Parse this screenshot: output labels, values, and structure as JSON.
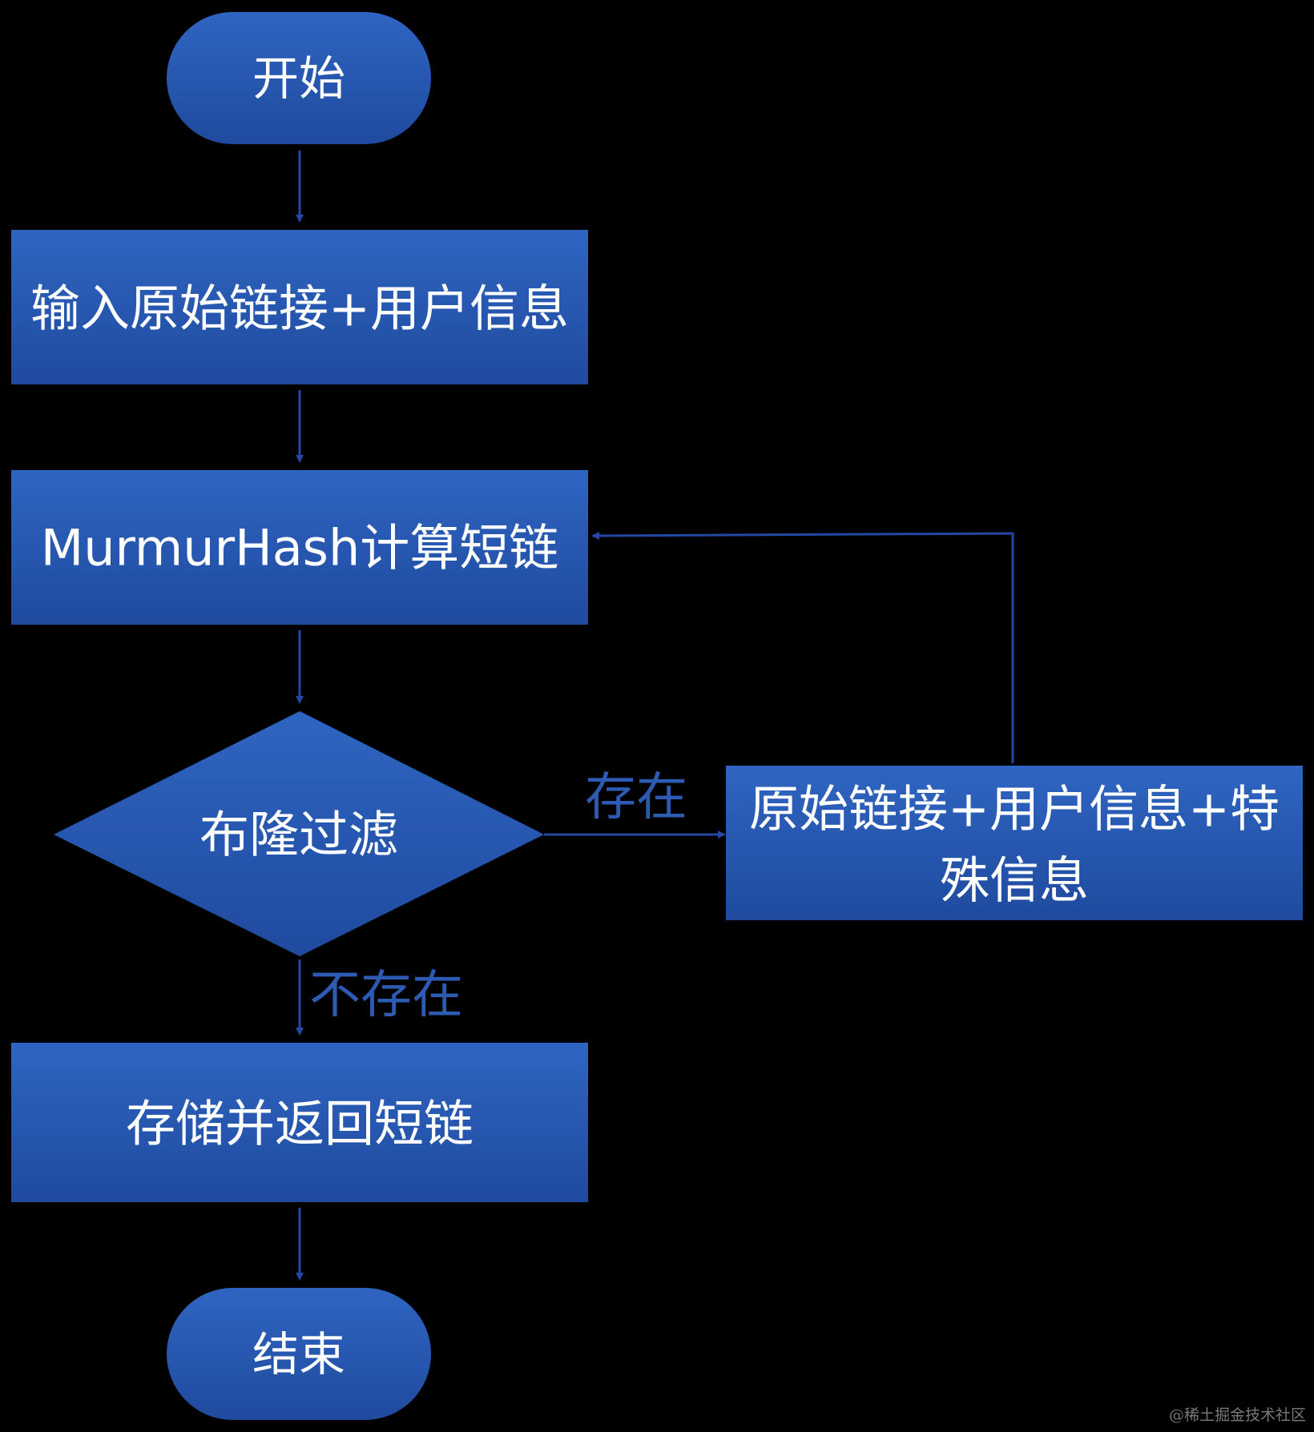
{
  "colors": {
    "background": "#000000",
    "node_fill_top": "#2f65c2",
    "node_fill_bottom": "#1f4a9e",
    "edge_line": "#2447a3",
    "edge_label": "#2d5bb4",
    "node_text": "#ffffff"
  },
  "nodes": {
    "start": {
      "label": "开始",
      "shape": "terminator"
    },
    "input": {
      "label": "输入原始链接+用户信息",
      "shape": "process"
    },
    "hash": {
      "label": "MurmurHash计算短链",
      "shape": "process"
    },
    "bloom": {
      "label": "布隆过滤",
      "shape": "decision"
    },
    "rehash_input": {
      "label_line1": "原始链接+用户信息+特",
      "label_line2": "殊信息",
      "shape": "process"
    },
    "store": {
      "label": "存储并返回短链",
      "shape": "process"
    },
    "end": {
      "label": "结束",
      "shape": "terminator"
    }
  },
  "edges": {
    "exists": {
      "label": "存在",
      "from": "bloom",
      "to": "rehash_input"
    },
    "not_exists": {
      "label": "不存在",
      "from": "bloom",
      "to": "store"
    }
  },
  "watermark": {
    "text": "@稀土掘金技术社区"
  }
}
